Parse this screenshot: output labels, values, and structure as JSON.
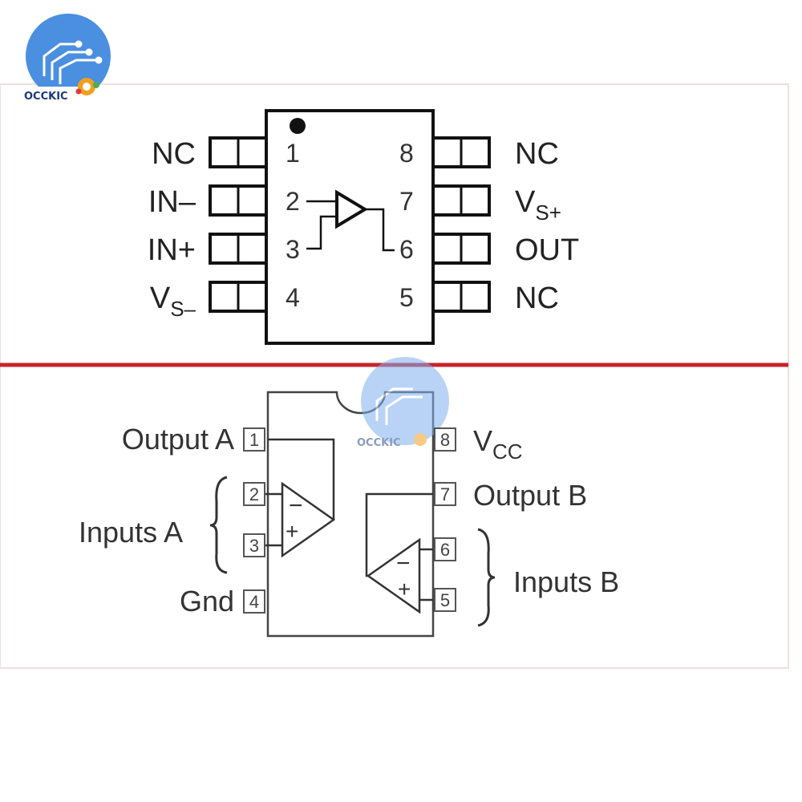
{
  "logo": {
    "text": "OCCKIC"
  },
  "watermark": {
    "text": "OCCKIC"
  },
  "colors": {
    "divider": "#c8232c",
    "logo_blue": "#4a8fe0",
    "logo_gear": "#f0a020",
    "ink": "#222222"
  },
  "top_chip": {
    "left_pins": [
      {
        "number": "1",
        "label": "NC",
        "sub": ""
      },
      {
        "number": "2",
        "label": "IN–",
        "sub": ""
      },
      {
        "number": "3",
        "label": "IN+",
        "sub": ""
      },
      {
        "number": "4",
        "label": "V",
        "sub": "S–"
      }
    ],
    "right_pins": [
      {
        "number": "8",
        "label": "NC",
        "sub": ""
      },
      {
        "number": "7",
        "label": "V",
        "sub": "S+"
      },
      {
        "number": "6",
        "label": "OUT",
        "sub": ""
      },
      {
        "number": "5",
        "label": "NC",
        "sub": ""
      }
    ]
  },
  "bottom_chip": {
    "left_pins": [
      {
        "number": "1",
        "label": "Output A"
      },
      {
        "number": "2",
        "label": ""
      },
      {
        "number": "3",
        "label": ""
      },
      {
        "number": "4",
        "label": "Gnd"
      }
    ],
    "right_pins": [
      {
        "number": "8",
        "label": "V",
        "sub": "CC"
      },
      {
        "number": "7",
        "label": "Output B"
      },
      {
        "number": "6",
        "label": ""
      },
      {
        "number": "5",
        "label": ""
      }
    ],
    "group_left": "Inputs A",
    "group_right": "Inputs B",
    "amp_a": {
      "minus": "−",
      "plus": "+"
    },
    "amp_b": {
      "minus": "−",
      "plus": "+"
    }
  }
}
